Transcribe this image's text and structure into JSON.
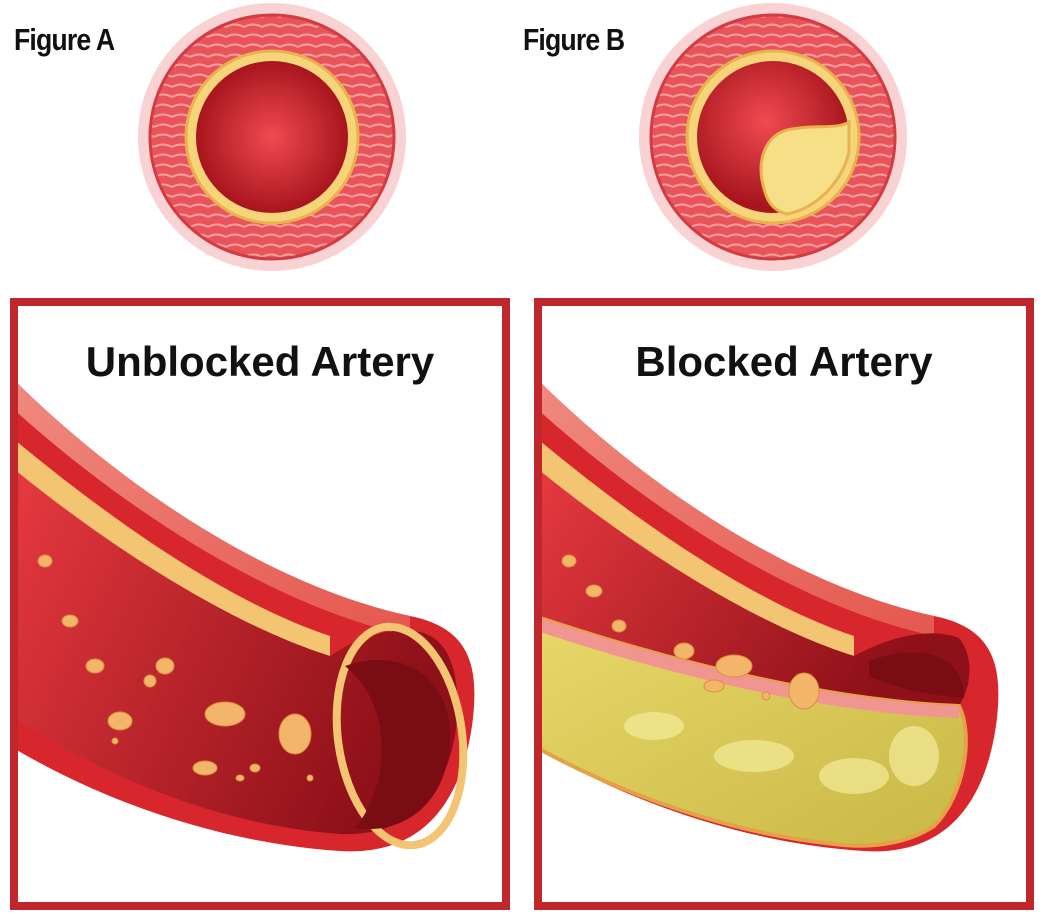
{
  "figures": [
    {
      "label": "Figure A",
      "state": "open"
    },
    {
      "label": "Figure B",
      "state": "plaque"
    }
  ],
  "panels": [
    {
      "title": "Unblocked Artery",
      "state": "open"
    },
    {
      "title": "Blocked Artery",
      "state": "plaque"
    }
  ],
  "colors": {
    "frame": "#c0272d",
    "muscle": "#e8545a",
    "lumen": "#c8262e",
    "fat_layer": "#f6d57a",
    "plaque": "#f3e58c",
    "halo": "#f7c4c5"
  }
}
